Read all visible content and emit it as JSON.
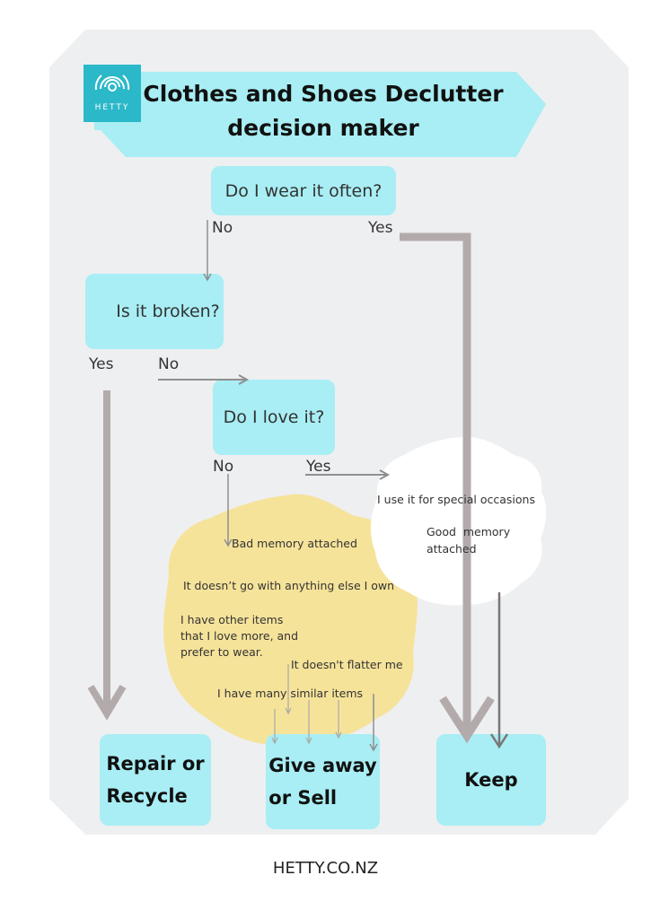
{
  "title": {
    "line1": "Clothes and Shoes Declutter",
    "line2": "decision maker"
  },
  "logo": {
    "text": "HETTY",
    "color": "#2bb8c9"
  },
  "nodes": {
    "q_wear": "Do I wear it often?",
    "q_broken": "Is it broken?",
    "q_love": "Do I love it?",
    "out_repair_1": "Repair or",
    "out_repair_2": "Recycle",
    "out_give_1": "Give away",
    "out_give_2": "or Sell",
    "out_keep": "Keep"
  },
  "edge_labels": {
    "wear_no": "No",
    "wear_yes": "Yes",
    "broken_yes": "Yes",
    "broken_no": "No",
    "love_no": "No",
    "love_yes": "Yes"
  },
  "keep_reasons": {
    "r1": "I use it for special occasions",
    "r2_1": "Good  memory",
    "r2_2": "attached"
  },
  "give_reasons": {
    "r1": "Bad memory attached",
    "r2": "It doesn’t go with anything else I own",
    "r3_1": "I have other items",
    "r3_2": "that I love more, and",
    "r3_3": "prefer to wear.",
    "r4": "It doesn't flatter me",
    "r5": "I have many similar items"
  },
  "footer": "HETTY.CO.NZ",
  "colors": {
    "panel": "#eeeff1",
    "node": "#a8eef4",
    "blob_yellow": "#f6e39a",
    "blob_white": "#ffffff",
    "arrow_thick": "#b3abab",
    "arrow_thin": "#8f8f8f"
  }
}
